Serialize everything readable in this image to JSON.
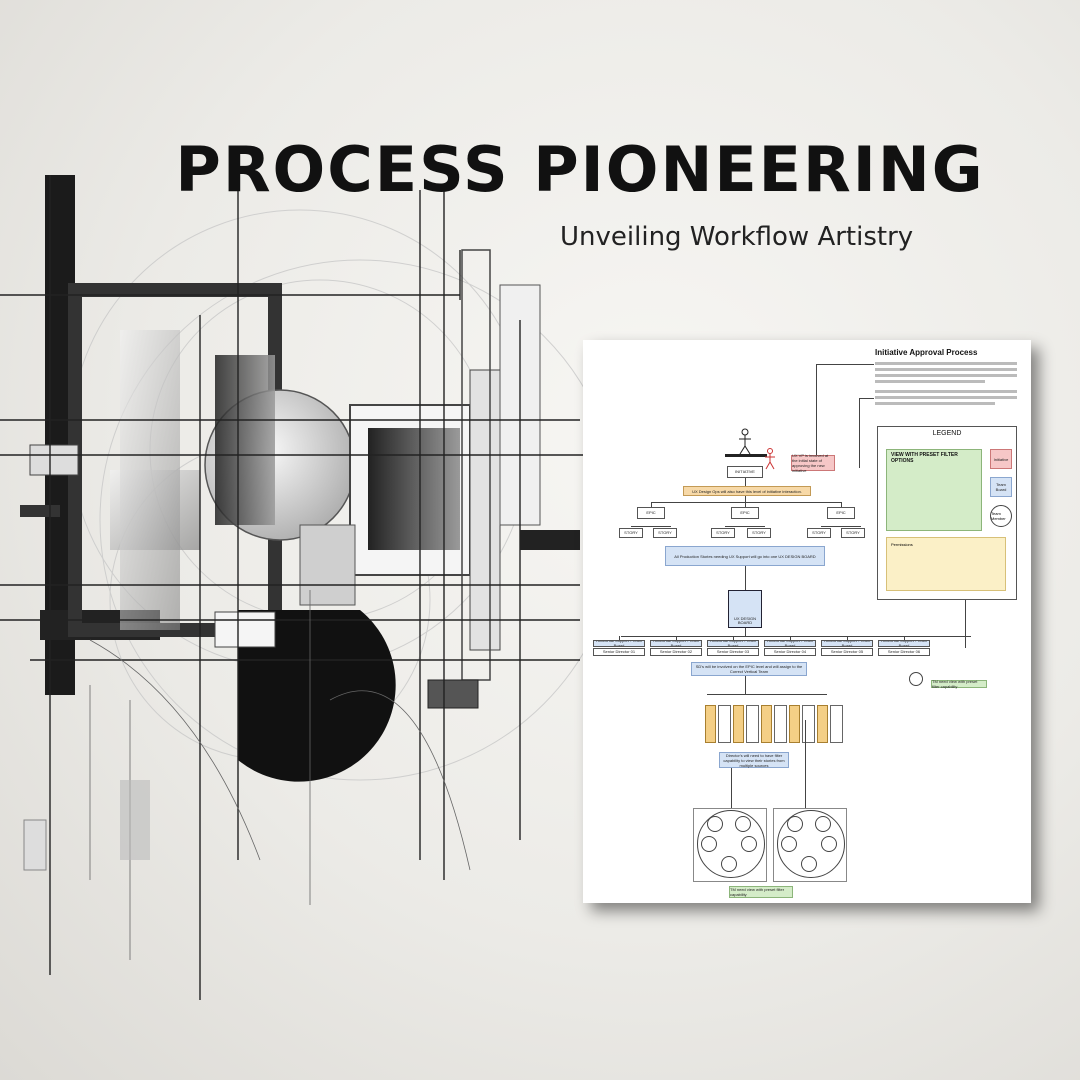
{
  "hero": {
    "title": "PROCESS PIONEERING",
    "subtitle": "Unveiling Workflow Artistry"
  },
  "document": {
    "title": "Initiative Approval Process",
    "initiative_label": "INITIATIVE",
    "ux_design_ops_note": "UX Design Ops will also have this level of initiative interaction.",
    "epic_label": "EPIC",
    "story_label": "STORY",
    "production_note": "All Production Stories needing UX Support will go into one UX DESIGN BOARD",
    "ux_design_board_label": "UX DESIGN BOARD",
    "sd_note": "SD's will be involved on the EPIC level and will assign to the Correct Vertical Team",
    "director_note": "Director's will need to have filter capability to view their stories from multiple sources",
    "tm_note": "TM need view with preset filter capability",
    "red_note": "UX VP is involved at the initial state of approving the new initiative",
    "horizontal_teams": [
      {
        "board": "Horizontal Support - Team Board",
        "director": "Senior Director 01"
      },
      {
        "board": "Horizontal Support - Team Board",
        "director": "Senior Director 02"
      },
      {
        "board": "Horizontal Support - Team Board",
        "director": "Senior Director 03"
      },
      {
        "board": "Horizontal Support - Team Board",
        "director": "Senior Director 04"
      },
      {
        "board": "Horizontal Support - Team Board",
        "director": "Senior Director 05"
      },
      {
        "board": "Horizontal Support - Team Board",
        "director": "Senior Director 06"
      }
    ],
    "legend": {
      "title": "LEGEND",
      "filter_title": "VIEW WITH PRESET FILTER OPTIONS",
      "initiative_key": "Initiative",
      "team_board_key": "Team Board",
      "team_member_key": "Team Member",
      "permissions_label": "Permissions"
    }
  }
}
